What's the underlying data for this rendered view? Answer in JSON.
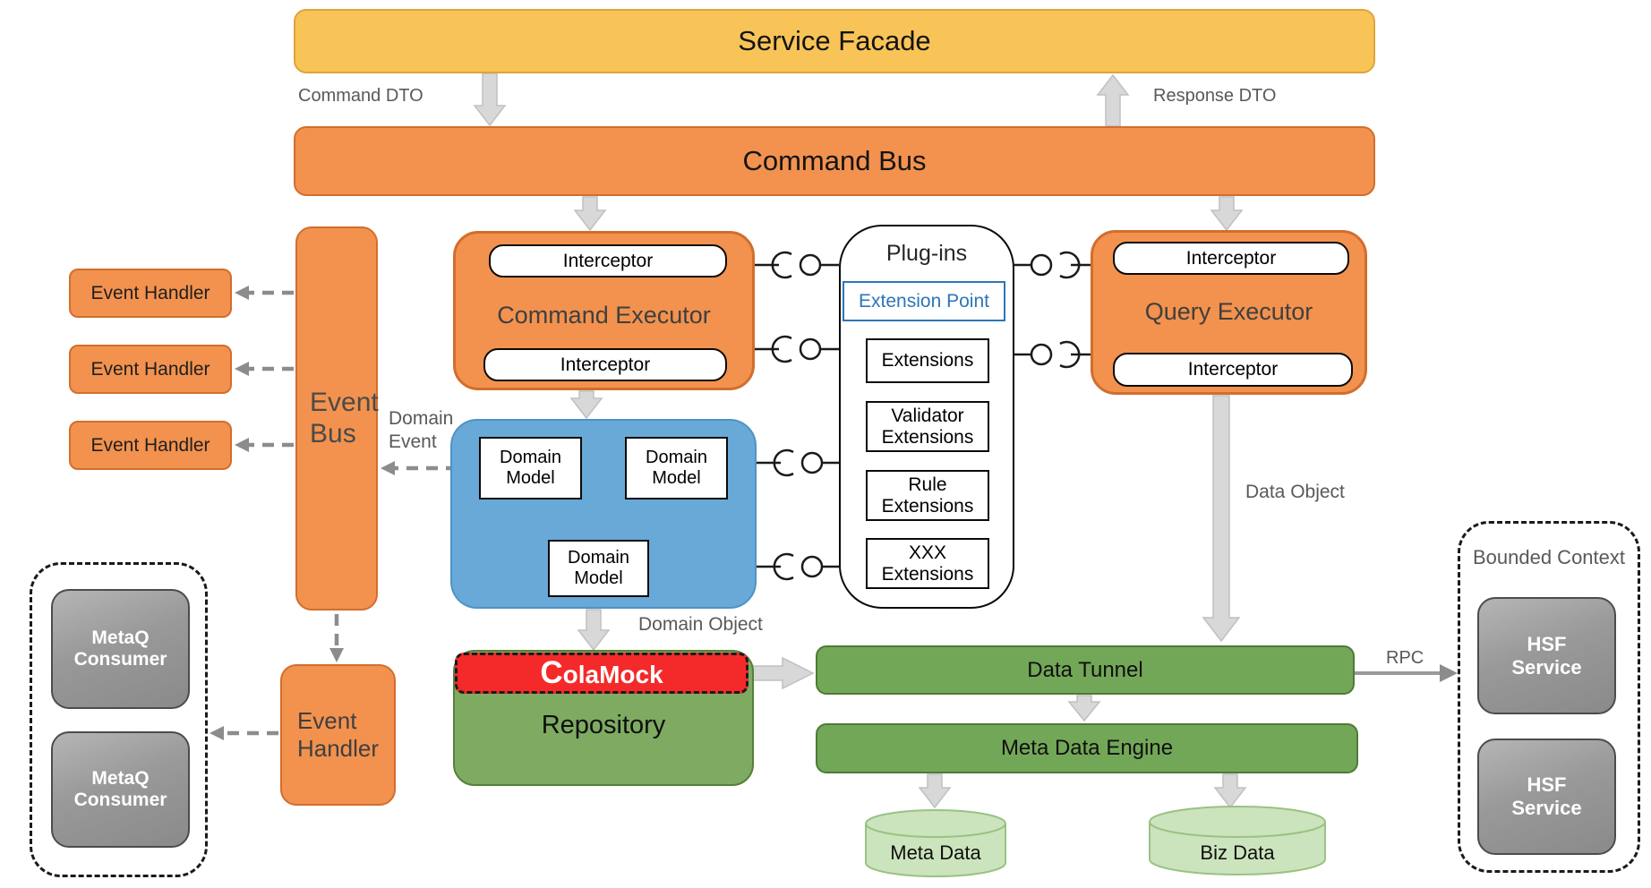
{
  "colors": {
    "yellow_fill": "#F9C457",
    "yellow_border": "#DFA43C",
    "orange_fill": "#F2924E",
    "orange_border": "#D26E2D",
    "blue_fill": "#68A9D8",
    "green_fill": "#73A758",
    "green_border": "#4F7A35",
    "light_green_fill": "#CBE4BD",
    "light_green_border": "#99C282",
    "red_fill": "#F42A2A",
    "gray_fill": "#9A9A9A",
    "extension_blue": "#2E75B6",
    "label_gray": "#595959",
    "block_arrow_gray": "#D8D8D8",
    "dashed_arrow_gray": "#8C8C8C"
  },
  "nodes": {
    "service_facade": "Service Facade",
    "command_bus": "Command Bus",
    "command_executor": "Command Executor",
    "query_executor": "Query Executor",
    "interceptor": "Interceptor",
    "plug_ins": "Plug-ins",
    "extension_point": "Extension Point",
    "extensions": "Extensions",
    "validator_extensions": "Validator\nExtensions",
    "rule_extensions": "Rule\nExtensions",
    "xxx_extensions": "XXX\nExtensions",
    "event_bus": "Event\nBus",
    "event_handler": "Event Handler",
    "event_handler_2line": "Event\nHandler",
    "domain_model": "Domain\nModel",
    "cola_mock": "ColaMock",
    "repository": "Repository",
    "data_tunnel": "Data Tunnel",
    "meta_data_engine": "Meta Data Engine",
    "meta_data": "Meta Data",
    "biz_data": "Biz Data",
    "bounded_context": "Bounded Context",
    "hsf_service": "HSF\nService",
    "metaq_consumer": "MetaQ\nConsumer"
  },
  "labels": {
    "command_dto": "Command DTO",
    "response_dto": "Response DTO",
    "domain_event": "Domain\nEvent",
    "domain_object": "Domain Object",
    "data_object": "Data Object",
    "rpc": "RPC"
  }
}
